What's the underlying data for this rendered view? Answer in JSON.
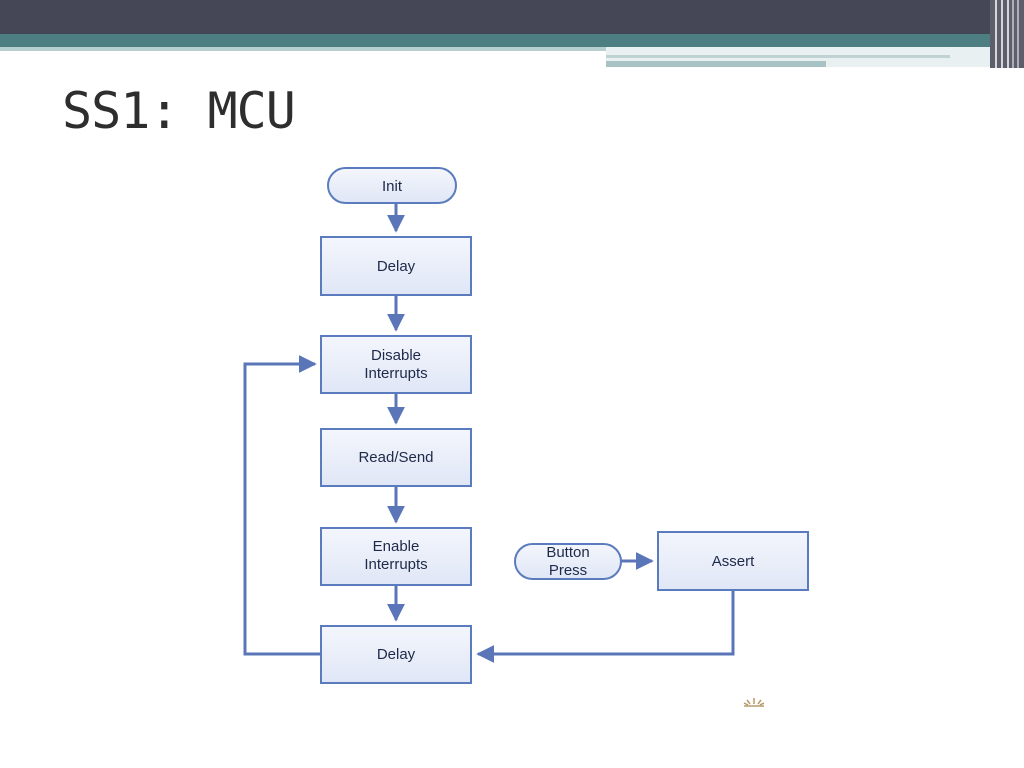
{
  "slide": {
    "title": "SS1: MCU"
  },
  "flowchart": {
    "nodes": {
      "init": "Init",
      "delay_top": "Delay",
      "disable_line1": "Disable",
      "disable_line2": "Interrupts",
      "read_send": "Read/Send",
      "enable_line1": "Enable",
      "enable_line2": "Interrupts",
      "delay_bottom": "Delay",
      "button_line1": "Button",
      "button_line2": "Press",
      "assert": "Assert"
    }
  },
  "colors": {
    "header_dark": "#454757",
    "header_teal": "#4d7f82",
    "node_stroke": "#5a7bbd",
    "node_fill": "#e8edf8",
    "arrow": "#5a76b8"
  }
}
